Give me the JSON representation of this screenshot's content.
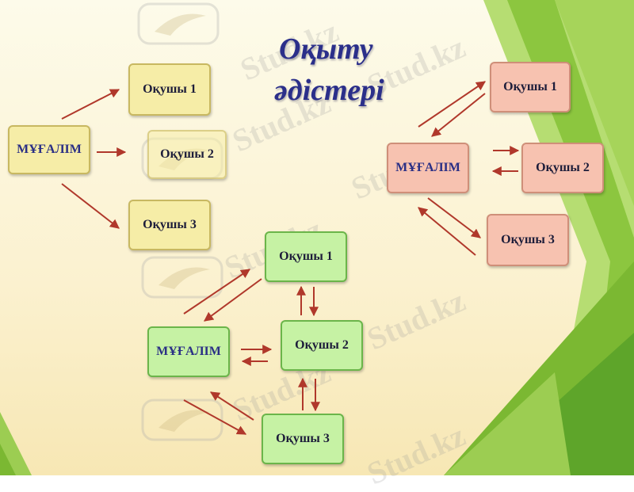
{
  "title": {
    "line1": "Оқыту",
    "line2": "әдістері"
  },
  "diagram_yellow": {
    "teacher": "МҰҒАЛІМ",
    "students": [
      "Оқушы 1",
      "Оқушы 2",
      "Оқушы 3"
    ]
  },
  "diagram_salmon": {
    "teacher": "МҰҒАЛІМ",
    "students": [
      "Оқушы 1",
      "Оқушы 2",
      "Оқушы 3"
    ]
  },
  "diagram_green": {
    "teacher": "МҰҒАЛІМ",
    "students": [
      "Оқушы 1",
      "Оқушы 2",
      "Оқушы 3"
    ]
  },
  "watermark": "Stud.kz",
  "colors": {
    "title": "#2b2f8a",
    "arrow": "#b0382b",
    "yellow_box": "#f6eda7",
    "salmon_box": "#f7c2b0",
    "green_box": "#c6f2a4",
    "bg_green": "#8cc63f"
  }
}
